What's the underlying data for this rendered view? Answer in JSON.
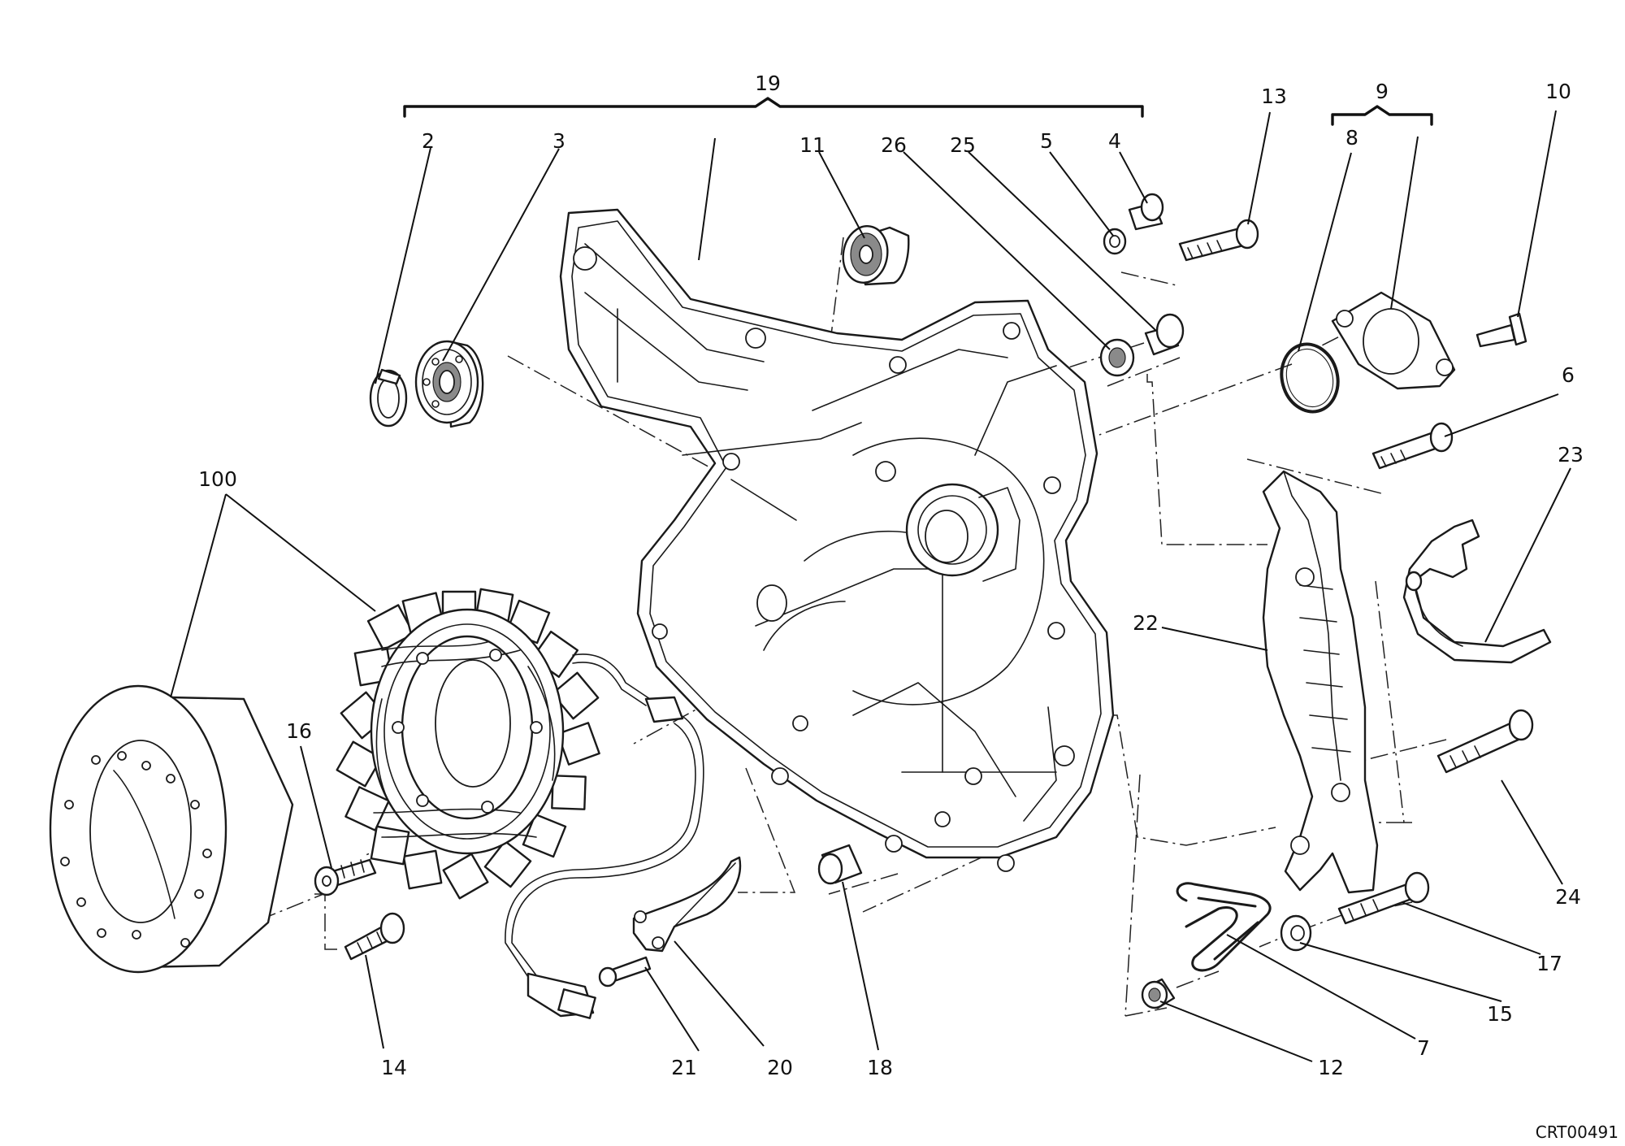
{
  "diagram": {
    "drawing_code": "CRT00491",
    "callouts": {
      "c19": "19",
      "c2": "2",
      "c3": "3",
      "c11": "11",
      "c26": "26",
      "c25": "25",
      "c5": "5",
      "c4": "4",
      "c13": "13",
      "c9": "9",
      "c8": "8",
      "c10": "10",
      "c6": "6",
      "c23": "23",
      "c100": "100",
      "c22": "22",
      "c16": "16",
      "c24": "24",
      "c17": "17",
      "c15": "15",
      "c7": "7",
      "c12": "12",
      "c18": "18",
      "c20": "20",
      "c21": "21",
      "c14": "14"
    }
  }
}
